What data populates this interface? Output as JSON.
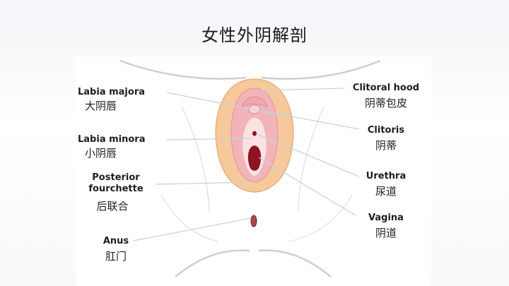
{
  "title": "女性外阴解剖",
  "labels": {
    "labia_majora": {
      "en": "Labia majora",
      "zh": "大阴唇"
    },
    "labia_minora": {
      "en": "Labia minora",
      "zh": "小阴唇"
    },
    "posterior_fourchette": {
      "en_line1": "Posterior",
      "en_line2": "fourchette",
      "zh": "后联合"
    },
    "anus": {
      "en": "Anus",
      "zh": "肛门"
    },
    "clitoral_hood": {
      "en": "Clitoral hood",
      "zh": "阴蒂包皮"
    },
    "clitoris": {
      "en": "Clitoris",
      "zh": "阴蒂"
    },
    "urethra": {
      "en": "Urethra",
      "zh": "尿道"
    },
    "vagina": {
      "en": "Vagina",
      "zh": "阴道"
    }
  },
  "colors": {
    "labia_majora": "#f6c89b",
    "labia_minora": "#f2b4b9",
    "vestibule": "#fbe3e3",
    "opening": "#8e1320",
    "outline": "#c9c9c9",
    "leader": "#c5d3e3"
  }
}
